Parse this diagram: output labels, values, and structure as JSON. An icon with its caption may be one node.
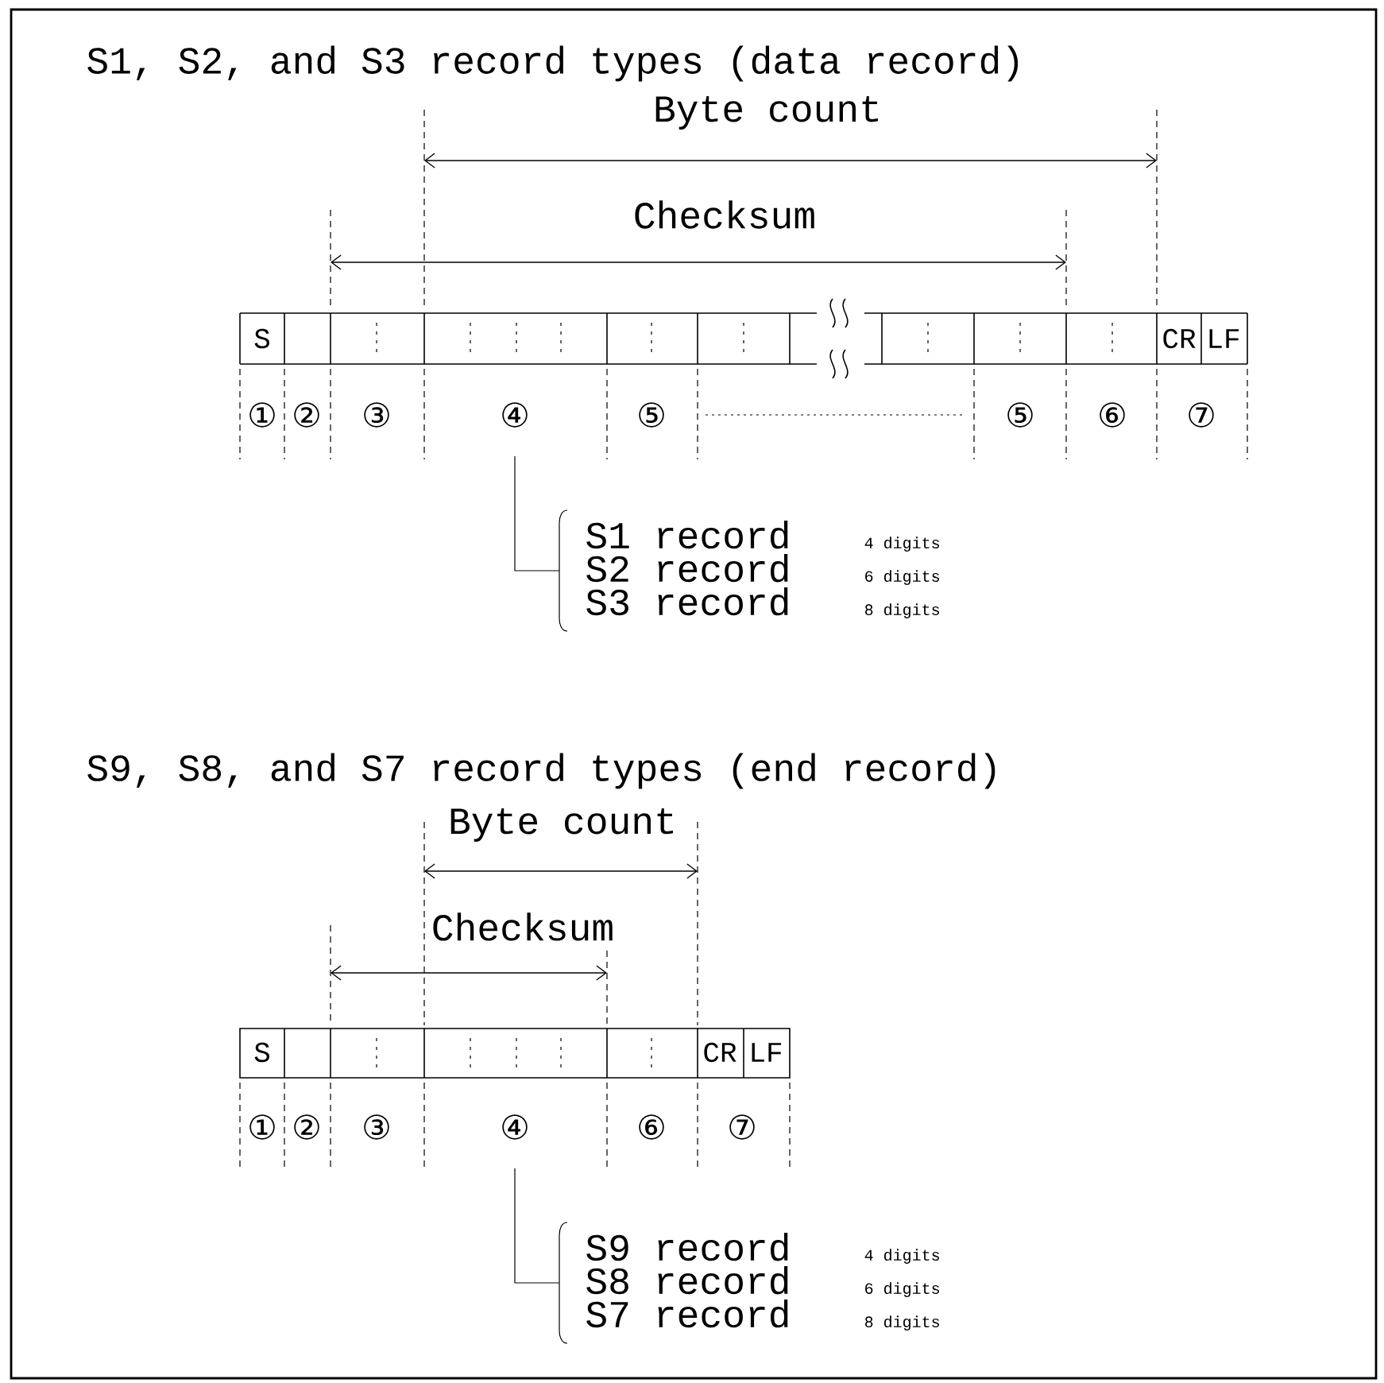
{
  "diagram": {
    "nodes": [
      {
        "text": [
          "④"
        ]
      },
      {
        "text": [
          "S1 record",
          "4 digits",
          "S2 record",
          "6 digits",
          "S3 record",
          "8 digits"
        ]
      },
      {
        "text": [
          "④"
        ]
      },
      {
        "text": [
          "S9 record",
          "4 digits",
          "S8 record",
          "6 digits",
          "S7 record",
          "8 digits"
        ]
      }
    ],
    "edges": [
      {
        "from": 0,
        "to": 1,
        "arrow": "none"
      },
      {
        "from": 2,
        "to": 3,
        "arrow": "none"
      }
    ],
    "labels": [
      "S1, S2, and S3 record types (data record)",
      "Byte count",
      "Checksum",
      "S",
      "CR",
      "LF",
      "①",
      "②",
      "③",
      "⑤",
      "⑤",
      "⑥",
      "⑦",
      "S9, S8, and S7 record types (end record)",
      "Byte count",
      "Checksum",
      "S",
      "CR",
      "LF",
      "①",
      "②",
      "③",
      "⑥",
      "⑦"
    ]
  }
}
